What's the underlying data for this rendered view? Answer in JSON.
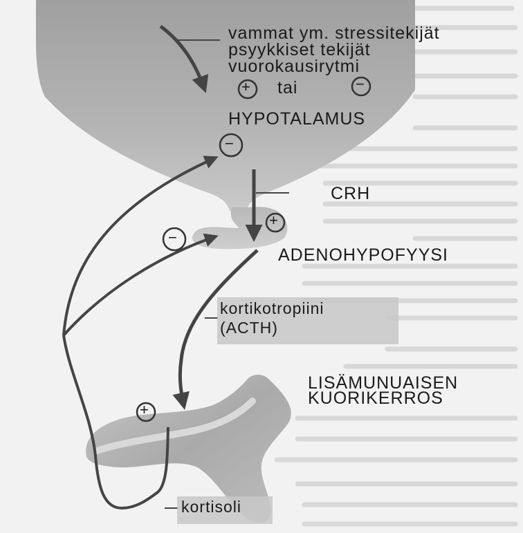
{
  "stress_factors": [
    "vammat ym. stressitekijät",
    "psyykkiset tekijät",
    "vuorokausirytmi"
  ],
  "connector_word": "tai",
  "plus_symbol": "+",
  "minus_symbol": "−",
  "hypothalamus_label": "HYPOTALAMUS",
  "crh_label": "CRH",
  "adenohypophysis_label": "ADENOHYPOFYYSI",
  "acth_label_line1": "kortikotropiini",
  "acth_label_line2": "(ACTH)",
  "adrenal_label_line1": "LISÄMUNUAISEN",
  "adrenal_label_line2": "KUORIKERROS",
  "cortisol_label": "kortisoli",
  "colors": {
    "organ_gray": "#a9a9a9",
    "arrow_dark": "#444444",
    "background_text": "#d4d4d4"
  }
}
